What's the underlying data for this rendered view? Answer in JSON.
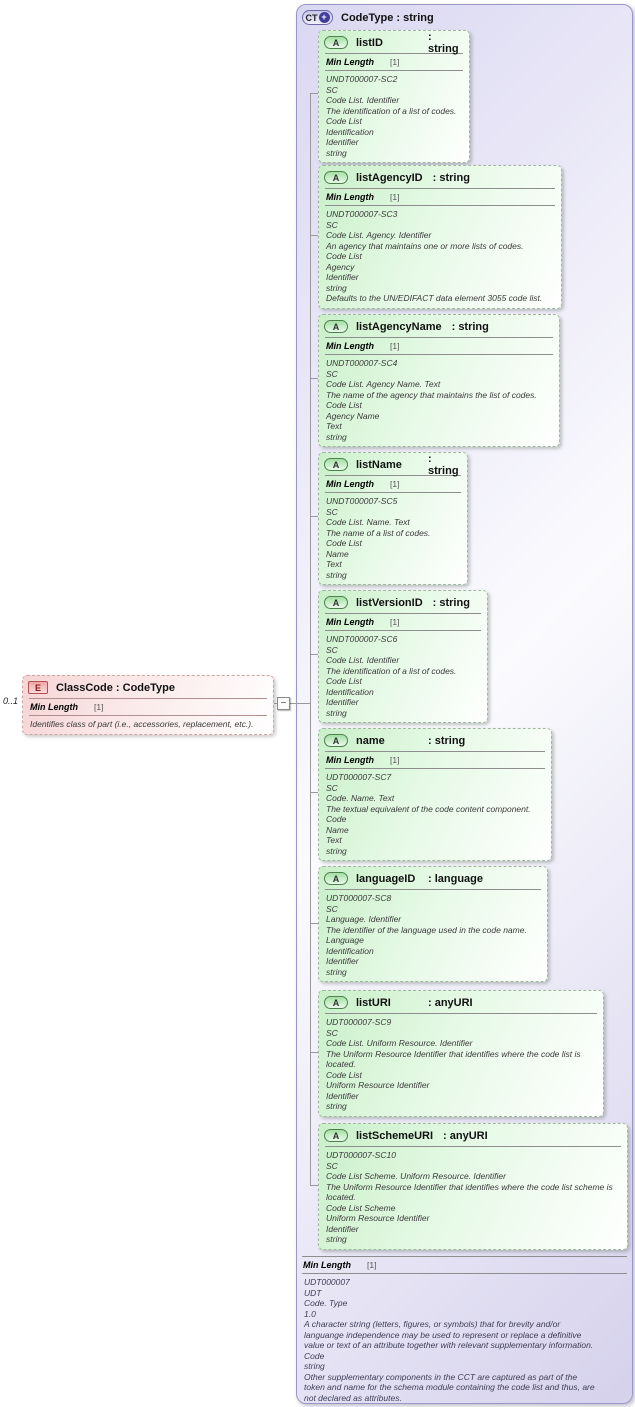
{
  "icons": {
    "root_kind": "CT",
    "attribute_kind": "A",
    "element_kind": "E",
    "expand_glyph": "+",
    "collapse_glyph": "−"
  },
  "root": {
    "title": "CodeType : string",
    "facet": {
      "label": "Min Length",
      "value": "[1]"
    },
    "annotations": [
      "UDT000007",
      "UDT",
      "Code. Type",
      "1.0",
      "A character string (letters, figures, or symbols) that for brevity and/or languange independence may be used to represent or replace a definitive value or text of an attribute together with relevant supplementary information.",
      "Code",
      "string",
      "Other supplementary components in the CCT are captured as part of the token and name for the schema module containing the code list and thus, are not declared as attributes."
    ]
  },
  "element": {
    "cardinality": "0..1",
    "title": "ClassCode : CodeType",
    "facet": {
      "label": "Min Length",
      "value": "[1]"
    },
    "annotations": [
      "Identifies class of part (i.e., accessories, replacement, etc.)."
    ]
  },
  "attributes": [
    {
      "name": "listID",
      "type": ": string",
      "facet": {
        "label": "Min Length",
        "value": "[1]"
      },
      "annotations": [
        "UNDT000007-SC2",
        "SC",
        "Code List. Identifier",
        "The identification of a list of codes.",
        "Code List",
        "Identification",
        "Identifier",
        "string"
      ]
    },
    {
      "name": "listAgencyID",
      "type": ": string",
      "facet": {
        "label": "Min Length",
        "value": "[1]"
      },
      "annotations": [
        "UNDT000007-SC3",
        "SC",
        "Code List. Agency. Identifier",
        "An agency that maintains one or more lists of codes.",
        "Code List",
        "Agency",
        "Identifier",
        "string",
        "Defaults to the UN/EDIFACT data element 3055 code list."
      ]
    },
    {
      "name": "listAgencyName",
      "type": ": string",
      "facet": {
        "label": "Min Length",
        "value": "[1]"
      },
      "annotations": [
        "UNDT000007-SC4",
        "SC",
        "Code List. Agency Name. Text",
        "The name of the agency that maintains the list of codes.",
        "Code List",
        "Agency Name",
        "Text",
        "string"
      ]
    },
    {
      "name": "listName",
      "type": ": string",
      "facet": {
        "label": "Min Length",
        "value": "[1]"
      },
      "annotations": [
        "UNDT000007-SC5",
        "SC",
        "Code List. Name. Text",
        "The name of a list of codes.",
        "Code List",
        "Name",
        "Text",
        "string"
      ]
    },
    {
      "name": "listVersionID",
      "type": ": string",
      "facet": {
        "label": "Min Length",
        "value": "[1]"
      },
      "annotations": [
        "UNDT000007-SC6",
        "SC",
        "Code List. Identifier",
        "The identification of a list of codes.",
        "Code List",
        "Identification",
        "Identifier",
        "string"
      ]
    },
    {
      "name": "name",
      "type": ": string",
      "facet": {
        "label": "Min Length",
        "value": "[1]"
      },
      "annotations": [
        "UDT000007-SC7",
        "SC",
        "Code. Name. Text",
        "The textual equivalent of the code content component.",
        "Code",
        "Name",
        "Text",
        "string"
      ]
    },
    {
      "name": "languageID",
      "type": ": language",
      "facet": null,
      "annotations": [
        "UDT000007-SC8",
        "SC",
        "Language. Identifier",
        "The identifier of the language used in the code name.",
        "Language",
        "Identification",
        "Identifier",
        "string"
      ]
    },
    {
      "name": "listURI",
      "type": ": anyURI",
      "facet": null,
      "annotations": [
        "UDT000007-SC9",
        "SC",
        "Code List. Uniform Resource. Identifier",
        "The Uniform Resource Identifier that identifies where the code list is located.",
        "Code List",
        "Uniform Resource Identifier",
        "Identifier",
        "string"
      ]
    },
    {
      "name": "listSchemeURI",
      "type": ": anyURI",
      "facet": null,
      "annotations": [
        "UDT000007-SC10",
        "SC",
        "Code List Scheme. Uniform Resource. Identifier",
        "The Uniform Resource Identifier that identifies where the code list scheme is located.",
        "Code List Scheme",
        "Uniform Resource Identifier",
        "Identifier",
        "string"
      ]
    }
  ]
}
